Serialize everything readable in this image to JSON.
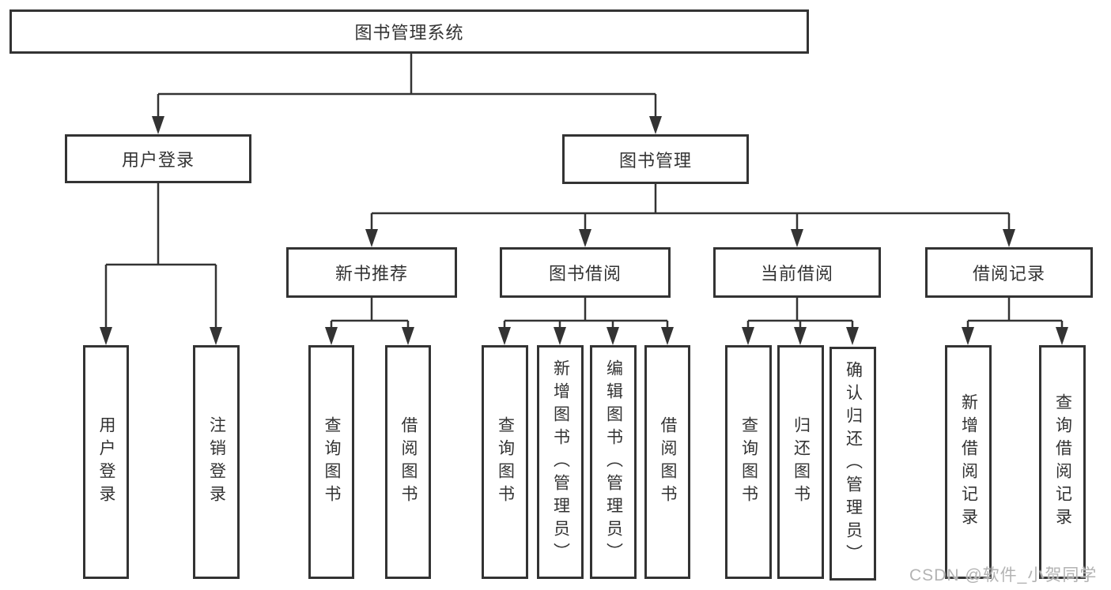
{
  "tree": {
    "label": "图书管理系统",
    "children": [
      {
        "label": "用户登录",
        "children": [
          {
            "label": "用户登录"
          },
          {
            "label": "注销登录"
          }
        ]
      },
      {
        "label": "图书管理",
        "children": [
          {
            "label": "新书推荐",
            "children": [
              {
                "label": "查询图书"
              },
              {
                "label": "借阅图书"
              }
            ]
          },
          {
            "label": "图书借阅",
            "children": [
              {
                "label": "查询图书"
              },
              {
                "label": "新增图书（管理员）"
              },
              {
                "label": "编辑图书（管理员）"
              },
              {
                "label": "借阅图书"
              }
            ]
          },
          {
            "label": "当前借阅",
            "children": [
              {
                "label": "查询图书"
              },
              {
                "label": "归还图书"
              },
              {
                "label": "确认归还（管理员）"
              }
            ]
          },
          {
            "label": "借阅记录",
            "children": [
              {
                "label": "新增借阅记录"
              },
              {
                "label": "查询借阅记录"
              }
            ]
          }
        ]
      }
    ]
  },
  "watermark": {
    "text": "CSDN @软件_小贺同学"
  },
  "colors": {
    "line": "#333333",
    "box_border": "#333333",
    "text": "#333333",
    "background": "#ffffff",
    "watermark": "#b3b3b3"
  }
}
